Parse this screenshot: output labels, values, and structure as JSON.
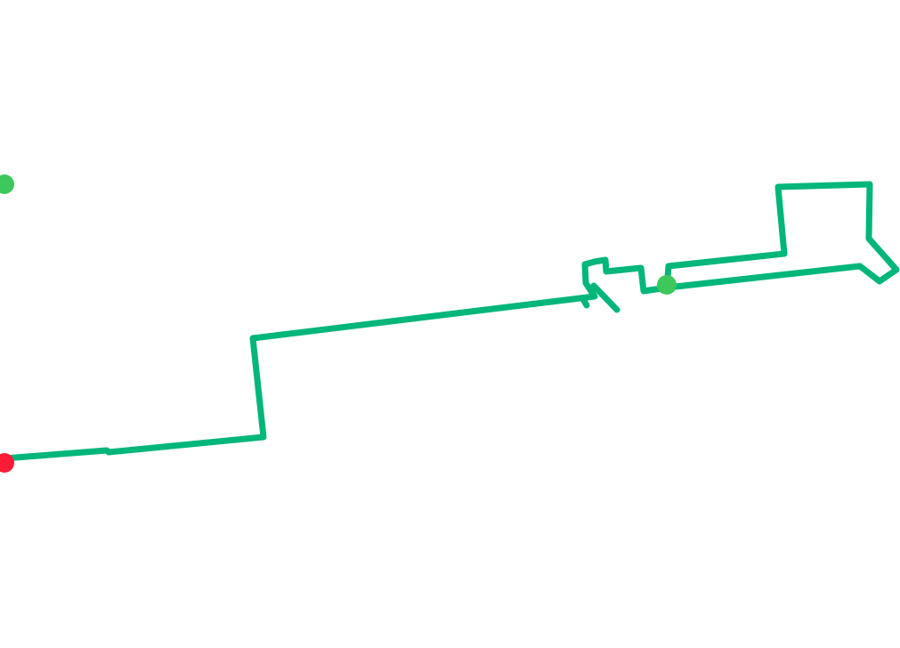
{
  "map": {
    "route_color": "#00b67a",
    "start_marker_color": "#3cc85a",
    "end_marker_color": "#ff1a38",
    "markers": [
      {
        "type": "waypoint",
        "icon": "green-dot-marker-icon"
      },
      {
        "type": "waypoint",
        "icon": "green-dot-marker-icon"
      },
      {
        "type": "end",
        "icon": "red-dot-marker-icon"
      }
    ]
  }
}
